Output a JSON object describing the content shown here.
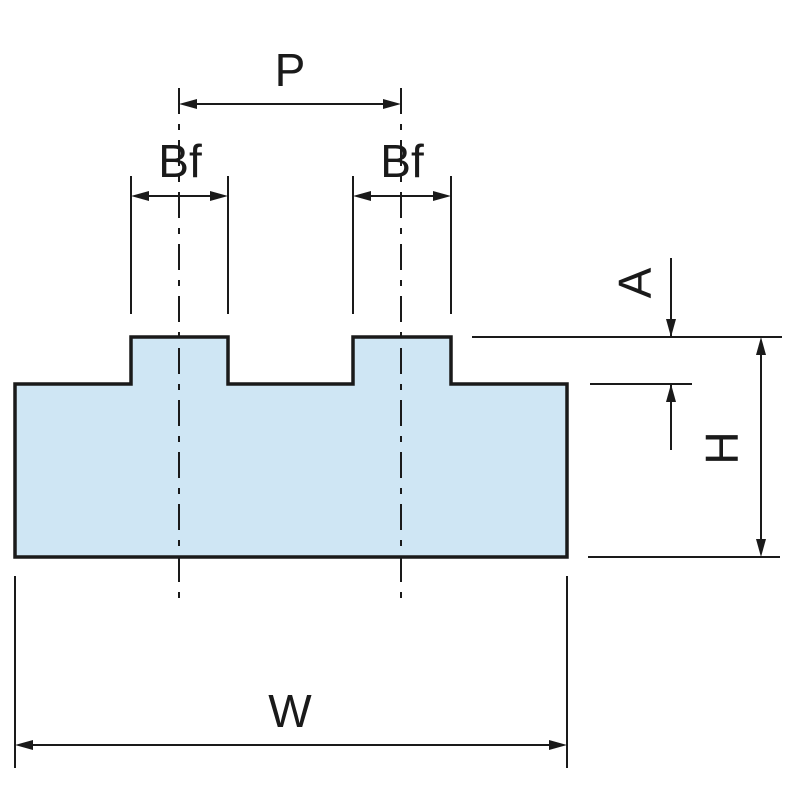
{
  "diagram": {
    "profile_fill": "#cfe6f4",
    "line_color": "#1a1a1a",
    "labels": {
      "pitch": "P",
      "flange_width_left": "Bf",
      "flange_width_right": "Bf",
      "step_height": "A",
      "total_height": "H",
      "width": "W"
    }
  }
}
